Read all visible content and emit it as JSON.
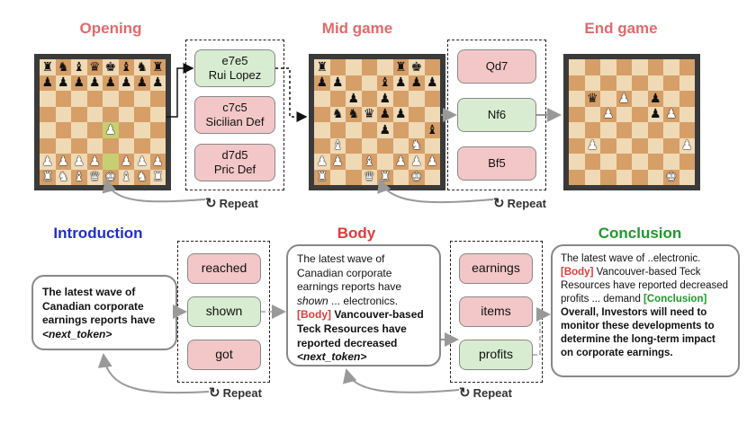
{
  "chess": {
    "stages": [
      {
        "key": "opening",
        "label": "Opening"
      },
      {
        "key": "mid",
        "label": "Mid game"
      },
      {
        "key": "end",
        "label": "End game"
      }
    ],
    "opening_board": [
      "rnbqkbnr",
      "pppppppp",
      "........",
      "........",
      "....P...",
      "........",
      "PPPP.PPP",
      "RNBQKBNR"
    ],
    "opening_highlights": [
      "e4",
      "e2"
    ],
    "mid_board": [
      "r....rk.",
      "pp..bppp",
      "..p.p...",
      ".nnqpp..",
      "....p..b",
      ".B....N.",
      "PP.B.PPP",
      "R..QR.K."
    ],
    "end_board": [
      "........",
      "........",
      ".q.P.p..",
      "..P..pP.",
      "........",
      ".P.....P",
      "........",
      "......K."
    ],
    "opening_candidates": [
      {
        "move": "e7e5",
        "name": "Rui Lopez",
        "status": "chosen"
      },
      {
        "move": "c7c5",
        "name": "Sicilian Def",
        "status": "rejected"
      },
      {
        "move": "d7d5",
        "name": "Pric Def",
        "status": "rejected"
      }
    ],
    "mid_candidates": [
      {
        "move": "Qd7",
        "status": "rejected"
      },
      {
        "move": "Nf6",
        "status": "chosen"
      },
      {
        "move": "Bf5",
        "status": "rejected"
      }
    ],
    "repeat_label": "Repeat"
  },
  "writing": {
    "stages": [
      {
        "key": "intro",
        "label": "Introduction",
        "color": "#1f2fc7"
      },
      {
        "key": "body",
        "label": "Body",
        "color": "#e03a3a"
      },
      {
        "key": "conclusion",
        "label": "Conclusion",
        "color": "#1f9a2a"
      }
    ],
    "intro_text": {
      "bold": "The latest wave of Canadian corporate earnings reports have ",
      "token": "<next_token>"
    },
    "intro_candidates": [
      {
        "word": "reached",
        "status": "rejected"
      },
      {
        "word": "shown",
        "status": "chosen"
      },
      {
        "word": "got",
        "status": "rejected"
      }
    ],
    "body_text": {
      "plain1": "The latest wave of Canadian corporate earnings reports have ",
      "italic": "shown",
      "plain2": " ... electronics. ",
      "tag": "[Body]",
      "bold": " Vancouver-based Teck Resources have reported decreased ",
      "token": "<next_token>"
    },
    "body_candidates": [
      {
        "word": "earnings",
        "status": "rejected"
      },
      {
        "word": "items",
        "status": "rejected"
      },
      {
        "word": "profits",
        "status": "chosen"
      }
    ],
    "conclusion_text": {
      "plain1": "The latest wave of ..electronic. ",
      "tag1": "[Body]",
      "plain2": " Vancouver-based Teck Resources have reported decreased profits ... demand ",
      "tag2": "[Conclusion]",
      "bold": " Overall, Investors will need to monitor these developments to determine the long-term impact on corporate earnings."
    },
    "repeat_label": "Repeat"
  },
  "colors": {
    "stage_pink": "#e06a6a",
    "rejected_fill": "#f3c7c7",
    "chosen_fill": "#d7ecd0",
    "arrow_gray": "#999999",
    "board_light": "#f0d9b5",
    "board_dark": "#d69f68",
    "board_highlight": "#c7cf72"
  }
}
